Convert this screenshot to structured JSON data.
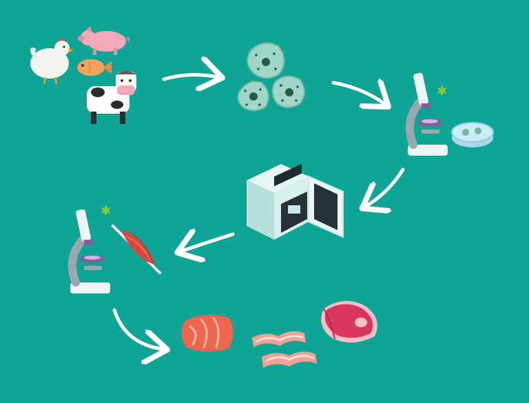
{
  "diagram": {
    "background_color": "#0ea596",
    "arrow_color": "#ffffff",
    "steps": [
      {
        "id": "animals",
        "icons": [
          "chicken-icon",
          "pig-icon",
          "fish-icon",
          "cow-icon"
        ]
      },
      {
        "id": "cells",
        "icons": [
          "cell-icon"
        ]
      },
      {
        "id": "lab-analysis",
        "icons": [
          "microscope-icon",
          "petri-dish-icon",
          "sparkle-icon"
        ]
      },
      {
        "id": "incubation",
        "icons": [
          "incubator-icon"
        ]
      },
      {
        "id": "muscle-growth",
        "icons": [
          "microscope-icon",
          "muscle-fiber-icon",
          "sparkle-icon"
        ]
      },
      {
        "id": "meat-products",
        "icons": [
          "salmon-fillet-icon",
          "bacon-strip-icon",
          "steak-icon"
        ]
      }
    ],
    "colors": {
      "cell_fill": "#9fd6c8",
      "cell_nucleus": "#2d5650",
      "microscope_body": "#eef3f4",
      "microscope_accent": "#7f5fa0",
      "sparkle": "#8fc63f",
      "petri_dish": "#a8d8ea",
      "incubator_body": "#c9e9e4",
      "salmon": "#ef6650",
      "bacon": "#f1a196",
      "steak": "#d8355f"
    }
  }
}
